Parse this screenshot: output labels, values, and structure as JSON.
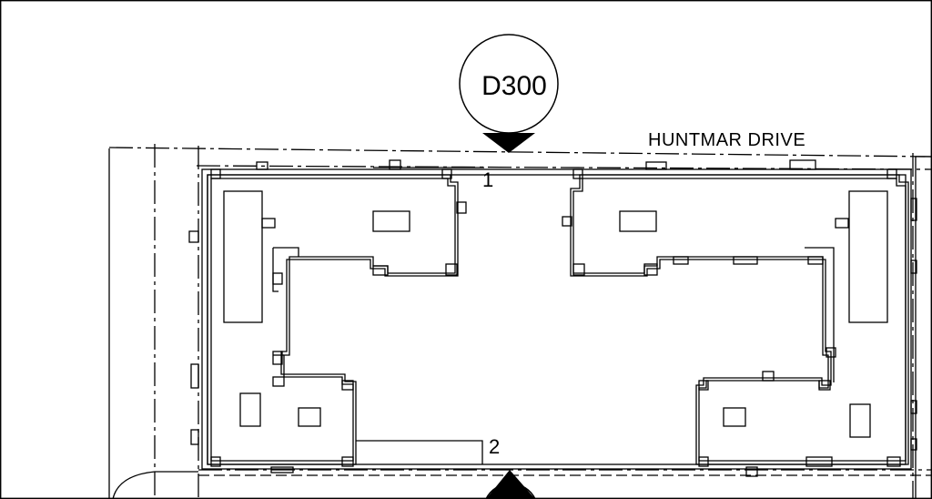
{
  "section_marker_top": {
    "label": "D300"
  },
  "street": {
    "name": "HUNTMAR DRIVE"
  },
  "grid_markers": [
    {
      "label": "1"
    },
    {
      "label": "2"
    }
  ],
  "colors": {
    "line": "#000000",
    "background": "#ffffff"
  }
}
